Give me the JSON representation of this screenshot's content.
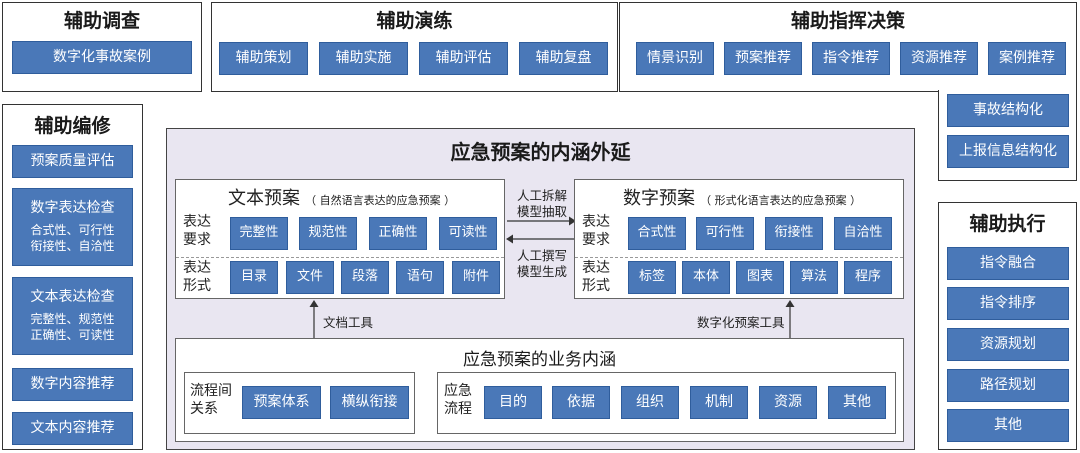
{
  "investigation": {
    "title": "辅助调查",
    "items": [
      "数字化事故案例"
    ]
  },
  "drill": {
    "title": "辅助演练",
    "items": [
      "辅助策划",
      "辅助实施",
      "辅助评估",
      "辅助复盘"
    ]
  },
  "command": {
    "title": "辅助指挥决策",
    "items": [
      "情景识别",
      "预案推荐",
      "指令推荐",
      "资源推荐",
      "案例推荐"
    ],
    "extra": [
      "事故结构化",
      "上报信息结构化"
    ]
  },
  "editing": {
    "title": "辅助编修",
    "items": [
      {
        "title": "预案质量评估",
        "sub": ""
      },
      {
        "title": "数字表达检查",
        "sub": "合式性、可行性\n衔接性、自洽性"
      },
      {
        "title": "文本表达检查",
        "sub": "完整性、规范性\n正确性、可读性"
      },
      {
        "title": "数字内容推荐",
        "sub": ""
      },
      {
        "title": "文本内容推荐",
        "sub": ""
      }
    ]
  },
  "execution": {
    "title": "辅助执行",
    "items": [
      "指令融合",
      "指令排序",
      "资源规划",
      "路径规划",
      "其他"
    ]
  },
  "center": {
    "title": "应急预案的内涵外延",
    "text_plan": {
      "title": "文本预案",
      "subtitle": "（ 自然语言表达的应急预案 ）",
      "req_label": "表达\n要求",
      "req_items": [
        "完整性",
        "规范性",
        "正确性",
        "可读性"
      ],
      "form_label": "表达\n形式",
      "form_items": [
        "目录",
        "文件",
        "段落",
        "语句",
        "附件"
      ]
    },
    "digital_plan": {
      "title": "数字预案",
      "subtitle": "（ 形式化语言表达的应急预案 ）",
      "req_label": "表达\n要求",
      "req_items": [
        "合式性",
        "可行性",
        "衔接性",
        "自洽性"
      ],
      "form_label": "表达\n形式",
      "form_items": [
        "标签",
        "本体",
        "图表",
        "算法",
        "程序"
      ]
    },
    "arrow_right_label": "人工拆解\n模型抽取",
    "arrow_left_label": "人工撰写\n模型生成",
    "left_tool_label": "文档工具",
    "right_tool_label": "数字化预案工具",
    "business": {
      "title": "应急预案的业务内涵",
      "process_rel_label": "流程间\n关系",
      "process_rel_items": [
        "预案体系",
        "横纵衔接"
      ],
      "flow_label": "应急\n流程",
      "flow_items": [
        "目的",
        "依据",
        "组织",
        "机制",
        "资源",
        "其他"
      ]
    }
  }
}
